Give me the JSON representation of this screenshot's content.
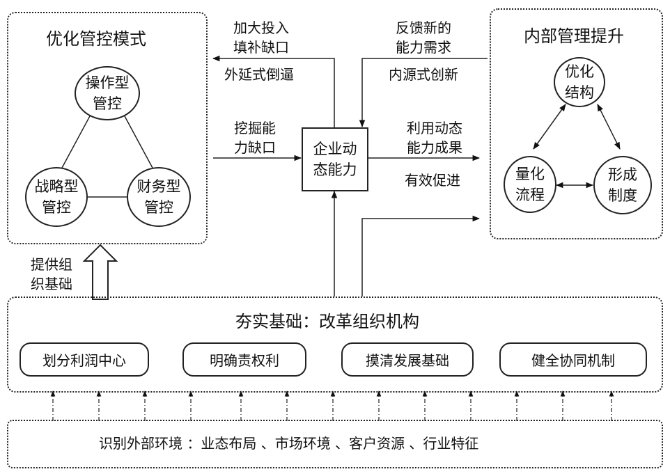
{
  "left_panel": {
    "title": "优化管控模式",
    "nodes": {
      "operational": "操作型\n管控",
      "strategic": "战略型\n管控",
      "financial": "财务型\n管控"
    }
  },
  "right_panel": {
    "title": "内部管理提升",
    "nodes": {
      "optimize_structure": "优化\n结构",
      "quantify_process": "量化\n流程",
      "form_system": "形成\n制度"
    }
  },
  "center_box": "企业动\n态能力",
  "labels": {
    "increase_investment": "加大投入\n填补缺口",
    "extension_force": "外延式倒逼",
    "dig_gap": "挖掘能\n力缺口",
    "feedback_demand": "反馈新的\n能力需求",
    "endogenous_innovation": "内源式创新",
    "use_results": "利用动态\n能力成果",
    "effective_promotion": "有效促进",
    "provide_foundation": "提供组\n织基础"
  },
  "foundation": {
    "title": "夯实基础：改革组织机构",
    "items": [
      "划分利润中心",
      "明确责权利",
      "摸清发展基础",
      "健全协同机制"
    ]
  },
  "environment": {
    "text": "识别外部环境 ：业态布局 、市场环境 、客户资源 、行业特征"
  }
}
